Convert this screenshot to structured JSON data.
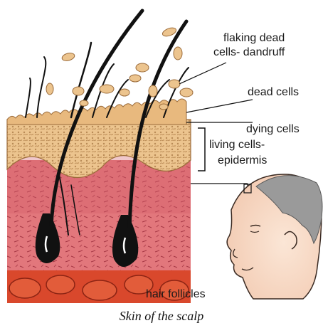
{
  "labels": {
    "flaking_line1": "flaking dead",
    "flaking_line2": "cells- dandruff",
    "dead_cells": "dead cells",
    "dying_cells": "dying cells",
    "living_line1": "living cells-",
    "living_line2": "epidermis",
    "hair_follicles": "hair follicles"
  },
  "caption": "Skin of the scalp",
  "colors": {
    "dead_layer": "#ecc48e",
    "dermis": "#e0737a",
    "fat": "#d9482c",
    "hair": "#111111",
    "face_skin": "#f7dcc6",
    "head_hair": "#9a9a9a"
  }
}
